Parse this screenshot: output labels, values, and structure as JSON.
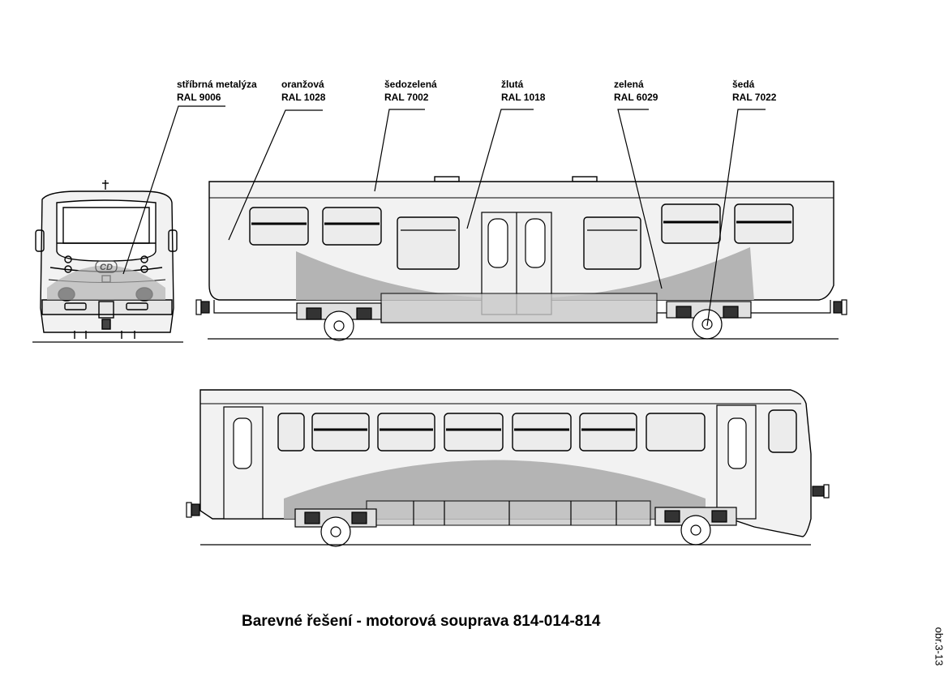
{
  "callouts": [
    {
      "name": "strbrna",
      "line1": "stříbrná metalýza",
      "line2": "RAL 9006"
    },
    {
      "name": "oranzova",
      "line1": "oranžová",
      "line2": "RAL 1028"
    },
    {
      "name": "sedozelena",
      "line1": "šedozelená",
      "line2": "RAL 7002"
    },
    {
      "name": "zluta",
      "line1": "žlutá",
      "line2": "RAL 1018"
    },
    {
      "name": "zelena",
      "line1": "zelená",
      "line2": "RAL 6029"
    },
    {
      "name": "seda",
      "line1": "šedá",
      "line2": "RAL 7022"
    }
  ],
  "caption": "Barevné řešení - motorová souprava 814-014-814",
  "figure_number": "obr.3-13",
  "colors": {
    "line": "#000000",
    "body": "#f2f2f2",
    "swoosh": "#b4b4b4",
    "window": "#ececec"
  },
  "logo_text": "CD"
}
